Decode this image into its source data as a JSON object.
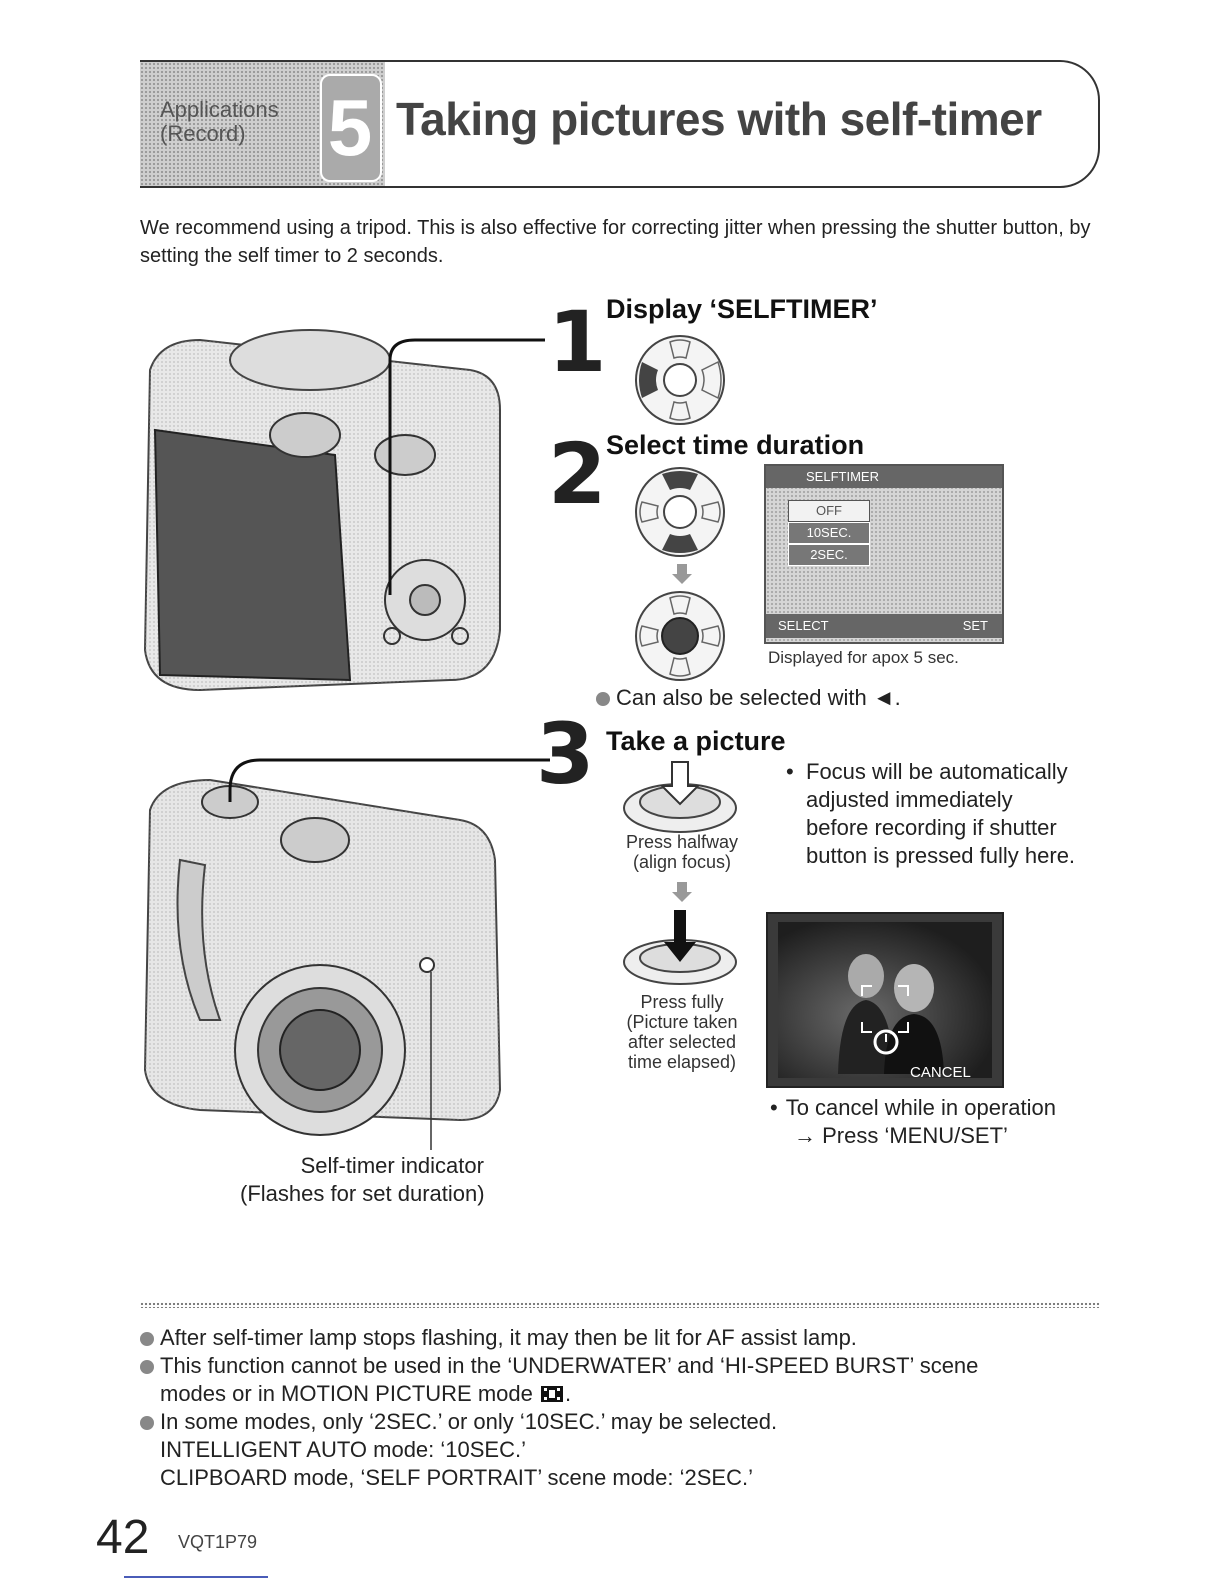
{
  "header": {
    "category_line1": "Applications",
    "category_line2": "(Record)",
    "chapter_number": "5",
    "title": "Taking pictures with self-timer"
  },
  "intro": "We recommend using a tripod. This is also effective for correcting jitter when pressing the shutter button, by setting the self timer to 2 seconds.",
  "steps": [
    {
      "number": "1",
      "title": "Display ‘SELFTIMER’"
    },
    {
      "number": "2",
      "title": "Select time duration",
      "menu": {
        "header": "SELFTIMER",
        "options": [
          "OFF",
          "10SEC.",
          "2SEC."
        ],
        "footer_left": "SELECT",
        "footer_right": "SET"
      },
      "caption": "Displayed for apox 5 sec.",
      "note": "Can also be selected with ◄."
    },
    {
      "number": "3",
      "title": "Take a picture",
      "press_halfway": [
        "Press halfway",
        "(align focus)"
      ],
      "press_fully": [
        "Press fully",
        "(Picture taken",
        "after selected",
        "time elapsed)"
      ],
      "bullet_focus": [
        "Focus will be automatically",
        "adjusted immediately",
        "before recording if shutter",
        "button is pressed fully here."
      ],
      "screen_cancel": "CANCEL",
      "bullet_cancel_1": "To cancel while in operation",
      "bullet_cancel_2": "→ Press ‘MENU/SET’"
    }
  ],
  "indicator_label_1": "Self-timer indicator",
  "indicator_label_2": "(Flashes for set duration)",
  "notes": [
    "After self-timer lamp stops flashing, it may then be lit for AF assist lamp.",
    "This function cannot be used in the ‘UNDERWATER’ and ‘HI-SPEED BURST’ scene",
    "modes or in MOTION PICTURE mode",
    "In some modes, only ‘2SEC.’ or only ‘10SEC.’ may be selected.",
    "INTELLIGENT AUTO mode: ‘10SEC.’",
    "CLIPBOARD mode, ‘SELF PORTRAIT’ scene mode: ‘2SEC.’"
  ],
  "footer": {
    "page_number": "42",
    "doc_code": "VQT1P79"
  }
}
